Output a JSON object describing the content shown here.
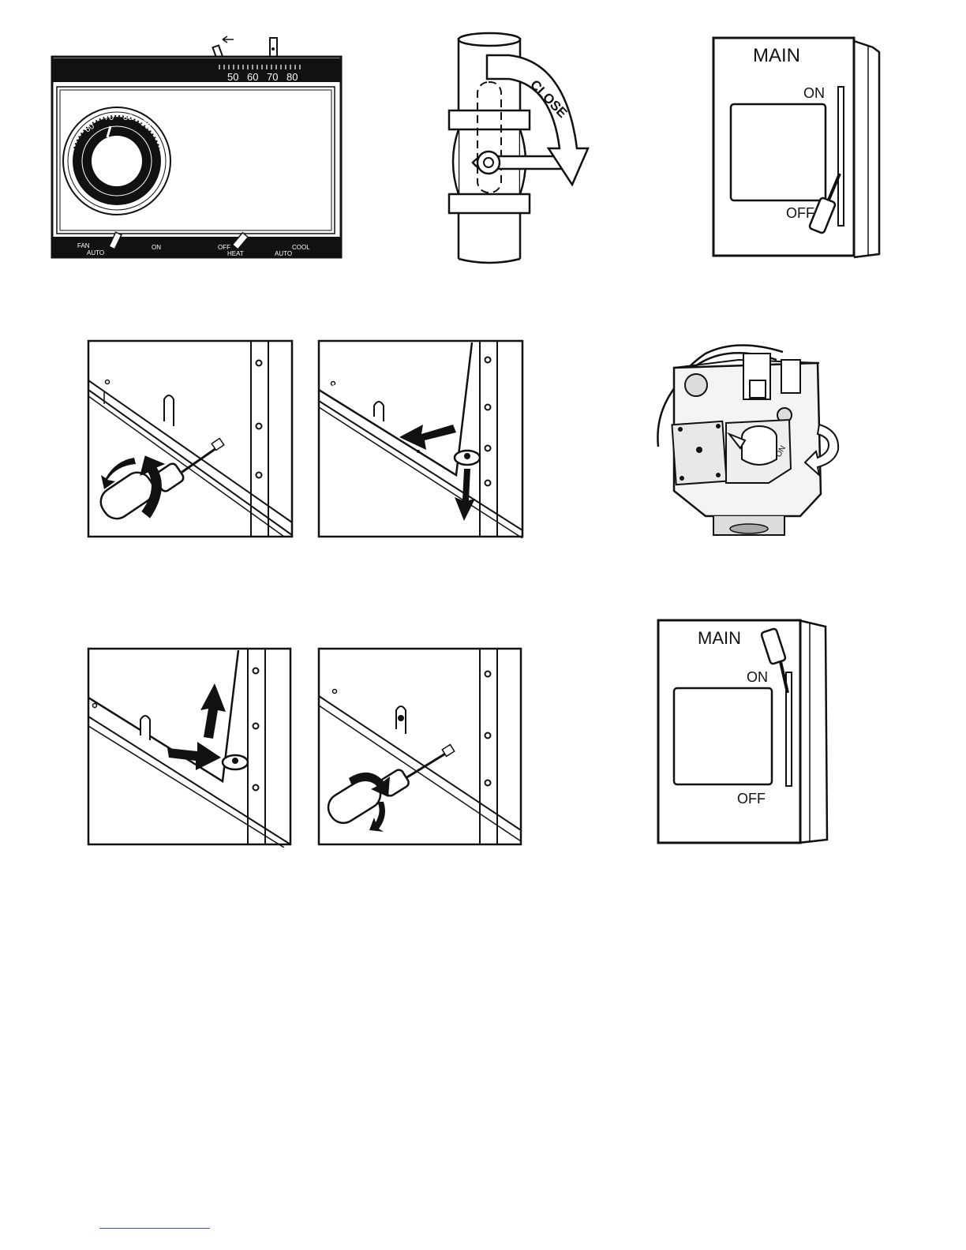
{
  "thermostat": {
    "scale": [
      "50",
      "60",
      "70",
      "80"
    ],
    "dial": [
      "60",
      "70",
      "80",
      "90"
    ],
    "fan_label": "FAN",
    "auto_label": "AUTO",
    "on_label": "ON",
    "off_label": "OFF",
    "heat_label": "HEAT",
    "cool_label": "COOL",
    "auto2_label": "AUTO"
  },
  "valve": {
    "close_label": "CLOSE"
  },
  "switch_off": {
    "main_label": "MAIN",
    "on_label": "ON",
    "off_label": "OFF"
  },
  "gas_valve": {
    "on_label": "ON"
  },
  "switch_on": {
    "main_label": "MAIN",
    "on_label": "ON",
    "off_label": "OFF"
  }
}
